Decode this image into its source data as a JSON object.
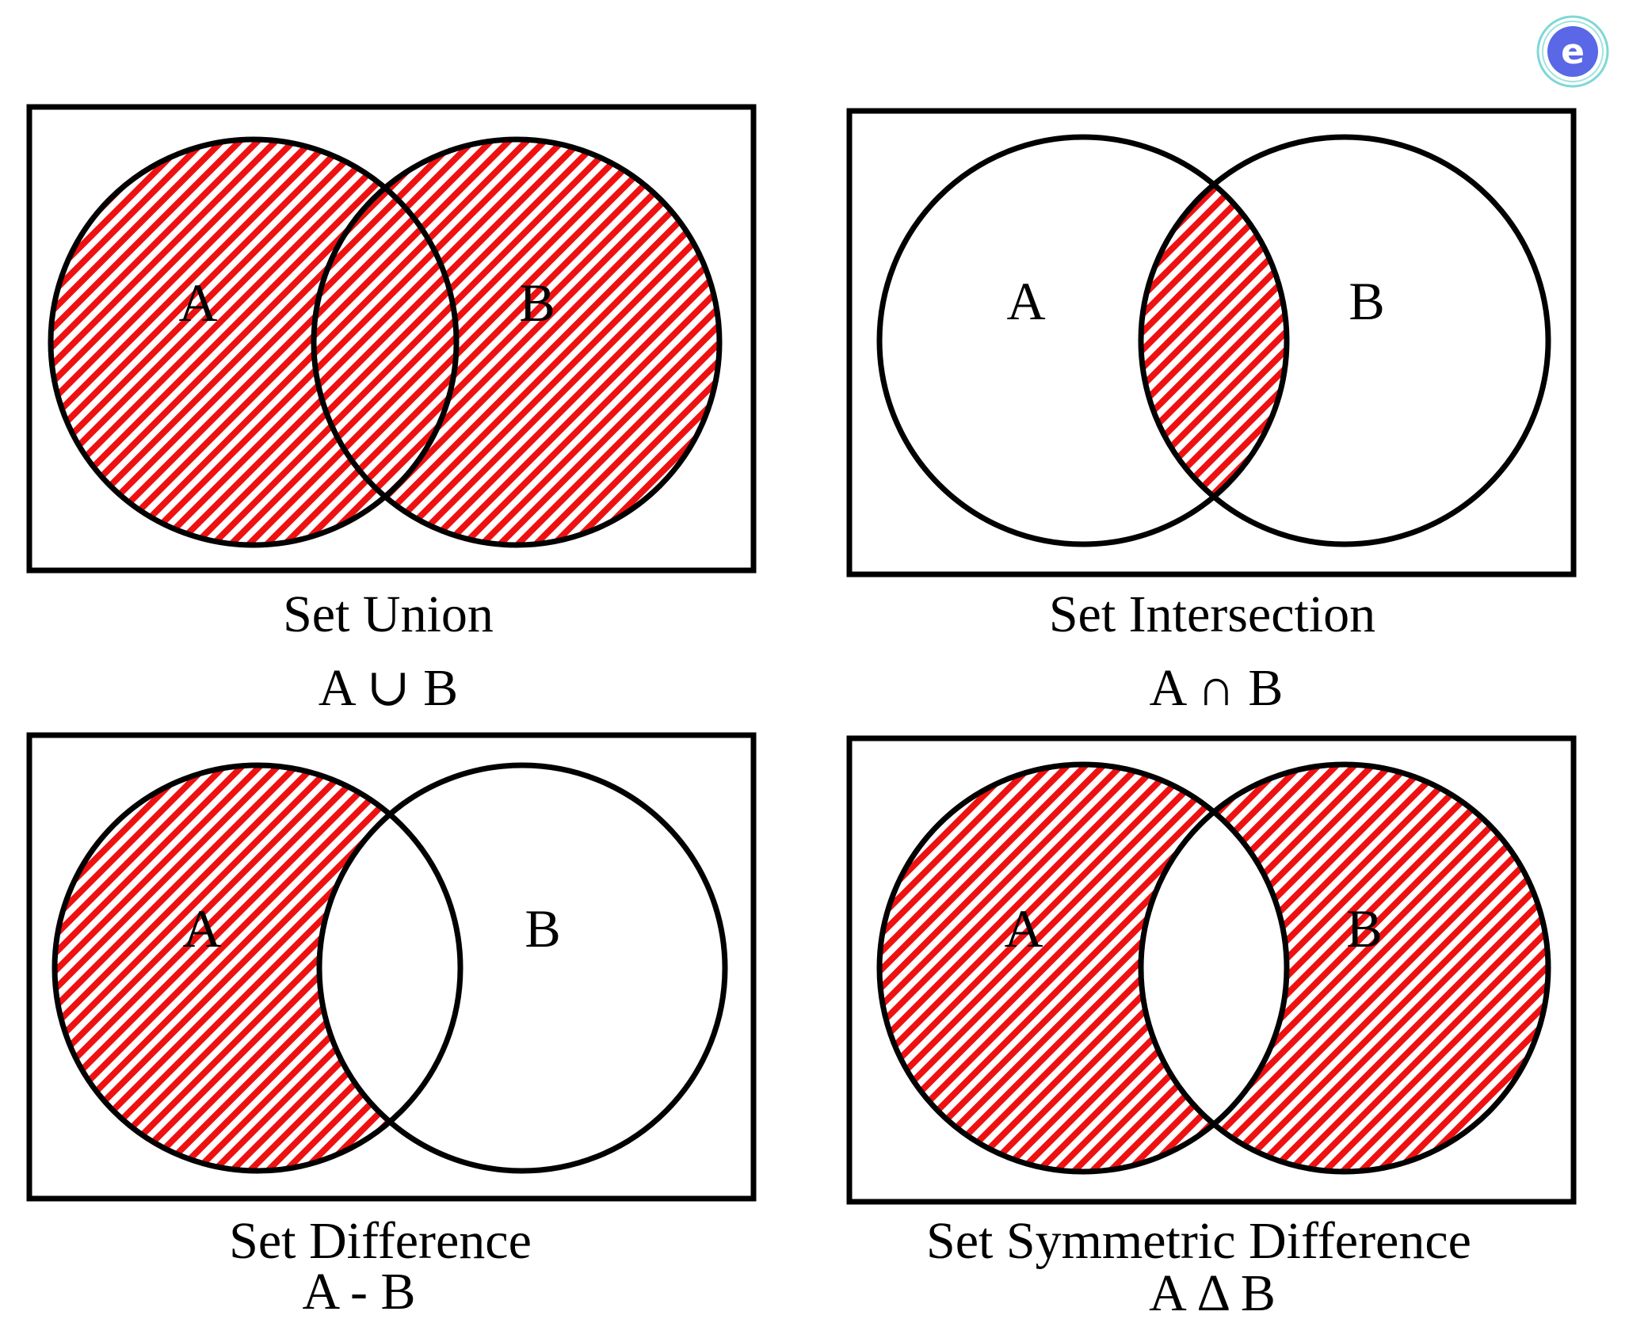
{
  "logo": {
    "letter": "e",
    "colors": {
      "spiral": "#7fd8d4",
      "disc": "#5a67e6",
      "letter": "#ffffff"
    }
  },
  "colors": {
    "hatch": "#ee1111",
    "outline": "#000000",
    "background": "#ffffff"
  },
  "panels": [
    {
      "id": "union",
      "label_a": "A",
      "label_b": "B",
      "title": "Set Union",
      "notation": "A ∪ B",
      "shade": "union"
    },
    {
      "id": "intersection",
      "label_a": "A",
      "label_b": "B",
      "title": "Set Intersection",
      "notation": "A ∩ B",
      "shade": "intersection"
    },
    {
      "id": "difference",
      "label_a": "A",
      "label_b": "B",
      "title": "Set Difference",
      "notation": "A - B",
      "shade": "a-minus-b"
    },
    {
      "id": "symmetric-difference",
      "label_a": "A",
      "label_b": "B",
      "title": "Set Symmetric Difference",
      "notation": "A Δ B",
      "shade": "symmetric-difference"
    }
  ]
}
